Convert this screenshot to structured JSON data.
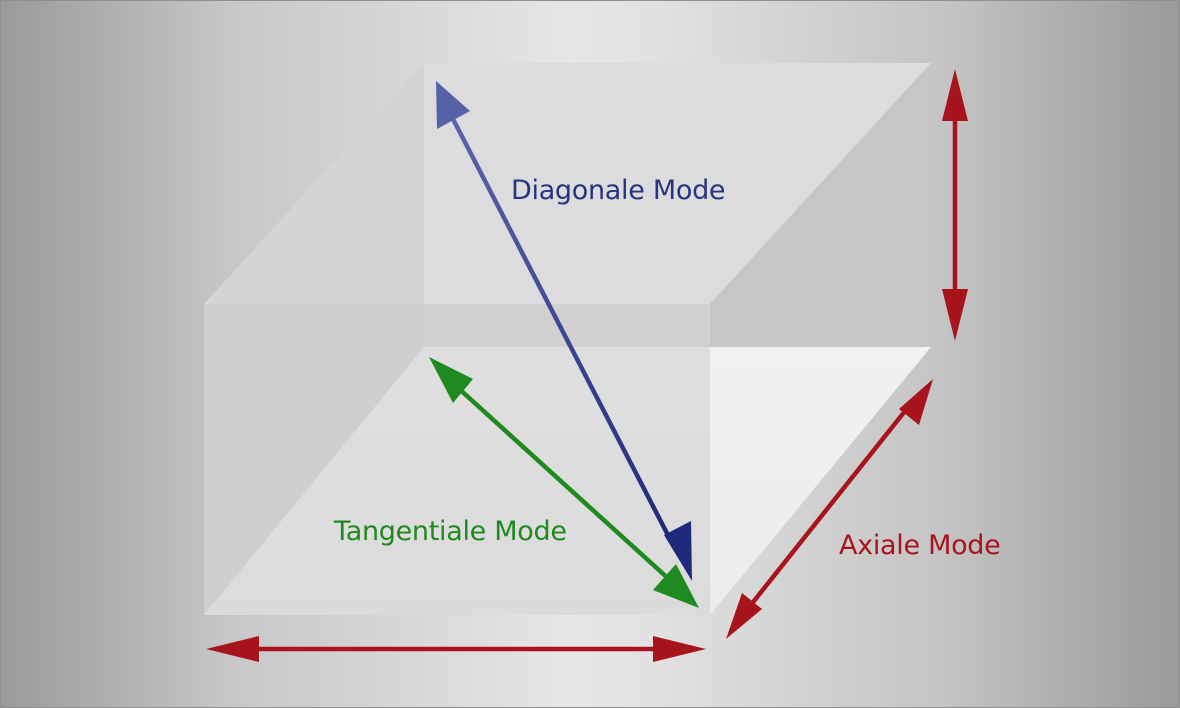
{
  "labels": {
    "diagonal": "Diagonale Mode",
    "tangential": "Tangentiale Mode",
    "axial": "Axiale Mode"
  },
  "colors": {
    "diagonal": "#2c3a8c",
    "tangential": "#1f8a1f",
    "axial": "#a8141c"
  }
}
